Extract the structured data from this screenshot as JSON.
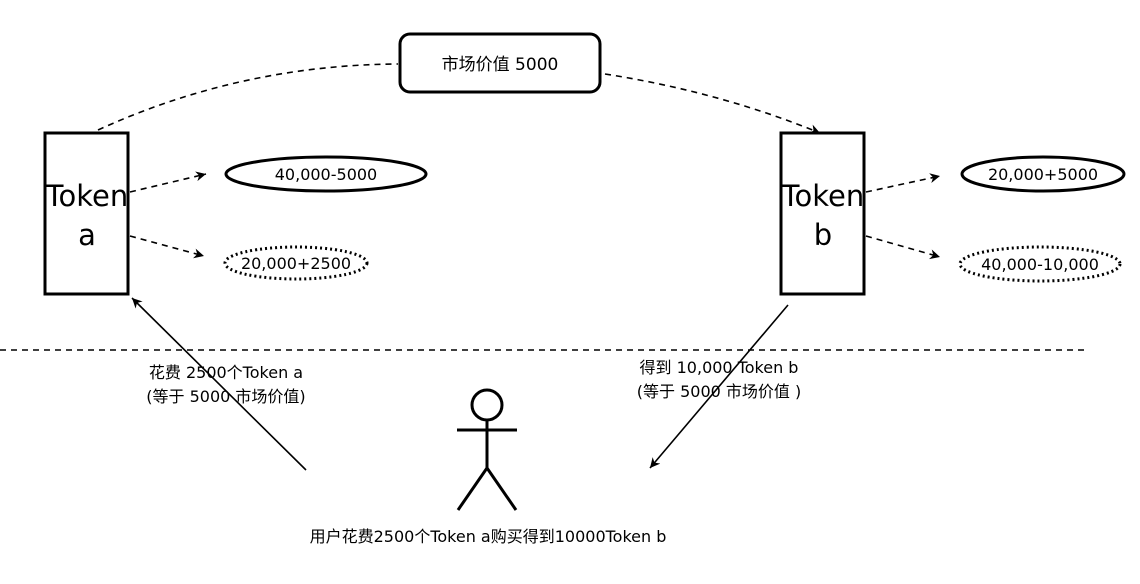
{
  "market": {
    "label": "市场价值 5000"
  },
  "token_a": {
    "line1": "Token",
    "line2": "a",
    "solid_ellipse": "40,000-5000",
    "dotted_ellipse": "20,000+2500"
  },
  "token_b": {
    "line1": "Token",
    "line2": "b",
    "solid_ellipse": "20,000+5000",
    "dotted_ellipse": "40,000-10,000"
  },
  "spend": {
    "line1": "花费 2500个Token a",
    "line2": "(等于 5000 市场价值)"
  },
  "receive": {
    "line1": "得到 10,000 Token b",
    "line2": "(等于 5000 市场价值 )"
  },
  "caption": "用户花费2500个Token a购买得到10000Token b"
}
